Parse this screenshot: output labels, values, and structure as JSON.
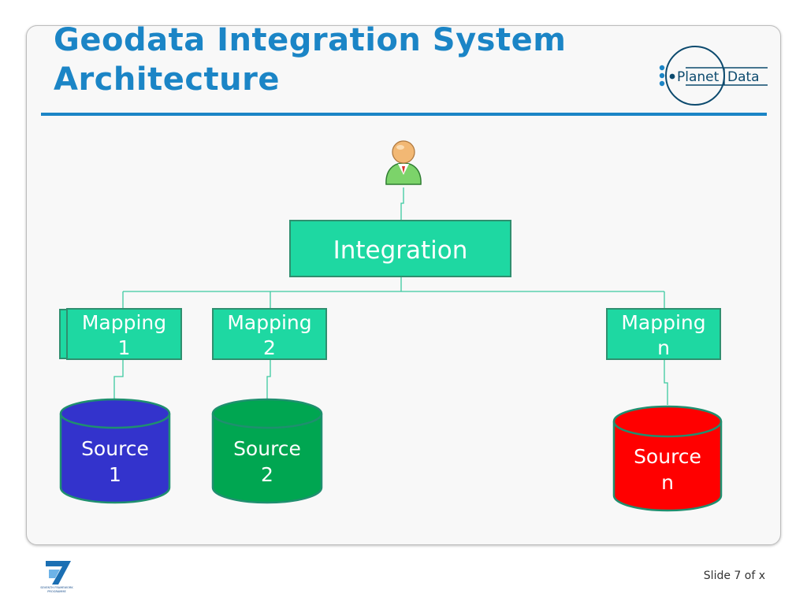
{
  "slide": {
    "title_line1": "Geodata Integration System",
    "title_line2": "Architecture",
    "slide_number": "Slide 7 of x"
  },
  "logo": {
    "name": "PlanetData logo",
    "text_left": "Planet",
    "text_right": "Data"
  },
  "footer_logo": {
    "name": "Seventh Framework Programme logo",
    "line1": "SEVENTH FRAMEWORK",
    "line2": "PROGRAMME"
  },
  "diagram": {
    "user_icon": "user-icon",
    "integration": {
      "label": "Integration"
    },
    "mappings": [
      {
        "line1": "Mapping",
        "line2": "1"
      },
      {
        "line1": "Mapping",
        "line2": "2"
      },
      {
        "line1": "Mapping",
        "line2": "n"
      }
    ],
    "sources": [
      {
        "line1": "Source",
        "line2": "1",
        "color": "#3333cc"
      },
      {
        "line1": "Source",
        "line2": "2",
        "color": "#00a651"
      },
      {
        "line1": "Source",
        "line2": "n",
        "color": "#ff0000"
      }
    ]
  },
  "colors": {
    "accent": "#1b85c6",
    "box_fill": "#1ed8a2",
    "box_border": "#2f8f6f",
    "connector": "#3cc9a0"
  }
}
